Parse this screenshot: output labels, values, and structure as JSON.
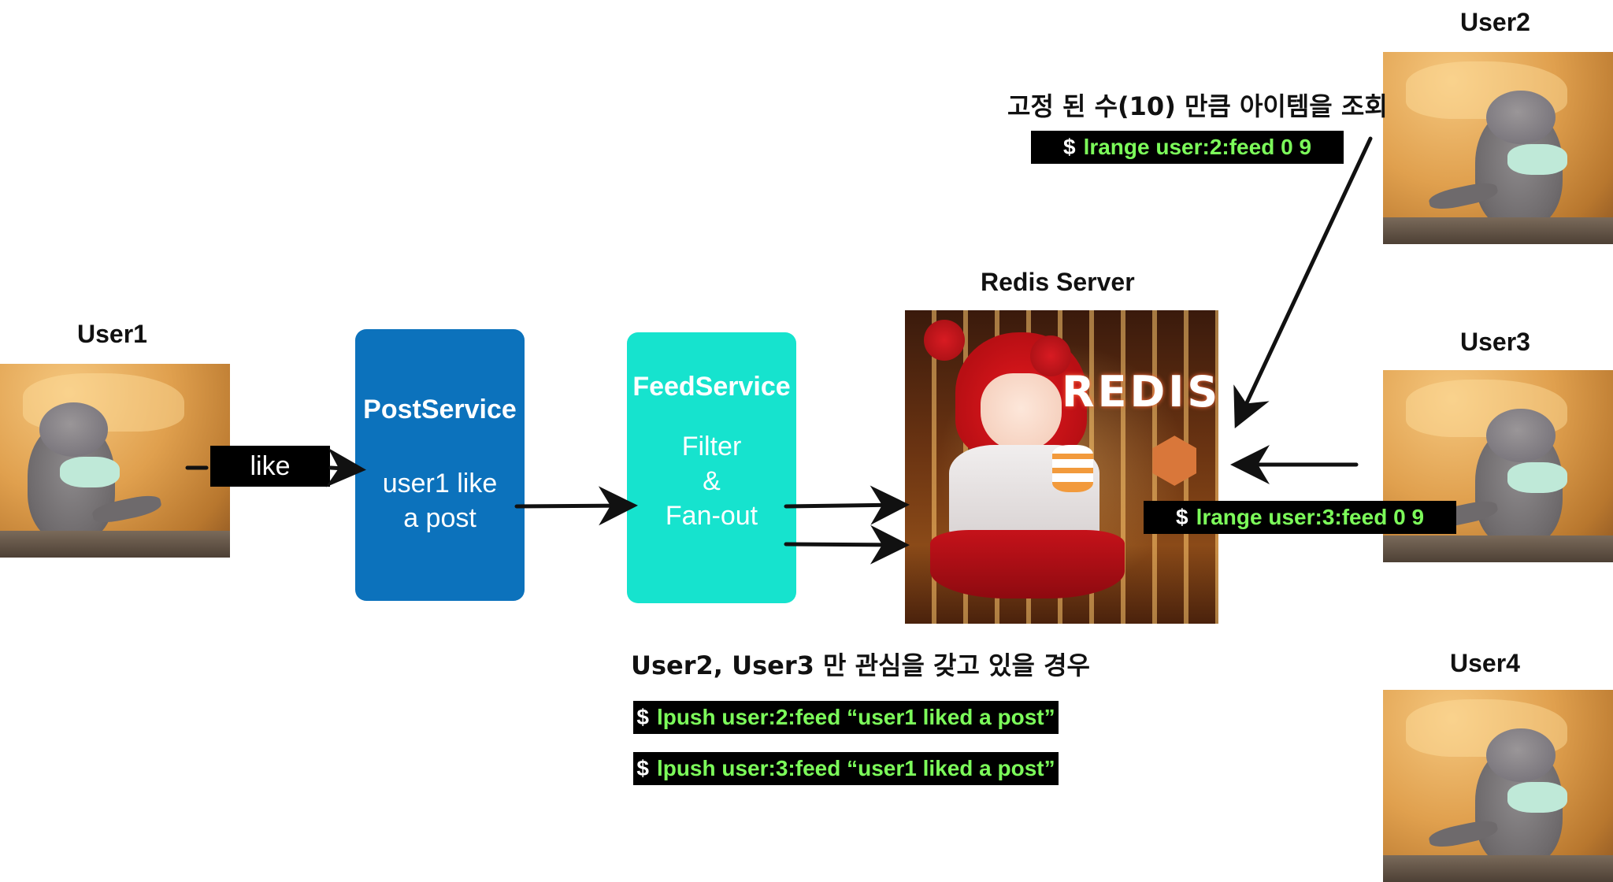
{
  "users": {
    "user1": "User1",
    "user2": "User2",
    "user3": "User3",
    "user4": "User4"
  },
  "like_label": "like",
  "post_service": {
    "title": "PostService",
    "subtitle": "user1 like\na post",
    "color": "#0C72BC"
  },
  "feed_service": {
    "title": "FeedService",
    "subtitle": "Filter\n&\nFan-out",
    "color": "#16E3CE"
  },
  "redis": {
    "title": "Redis Server",
    "logo_text": "REDIS"
  },
  "read_note": "고정 된 수(10) 만큼 아이템을 조회",
  "commands": {
    "lrange_user2": "lrange user:2:feed 0 9",
    "lrange_user3": "lrange user:3:feed 0 9",
    "lpush_user2": "lpush user:2:feed “user1 liked a post”",
    "lpush_user3": "lpush user:3:feed “user1 liked a post”",
    "prompt": "$"
  },
  "interest_note": "User2, User3 만 관심을 갖고 있을 경우",
  "colors": {
    "command_text": "#7CFC5A",
    "command_bg": "#000000"
  }
}
